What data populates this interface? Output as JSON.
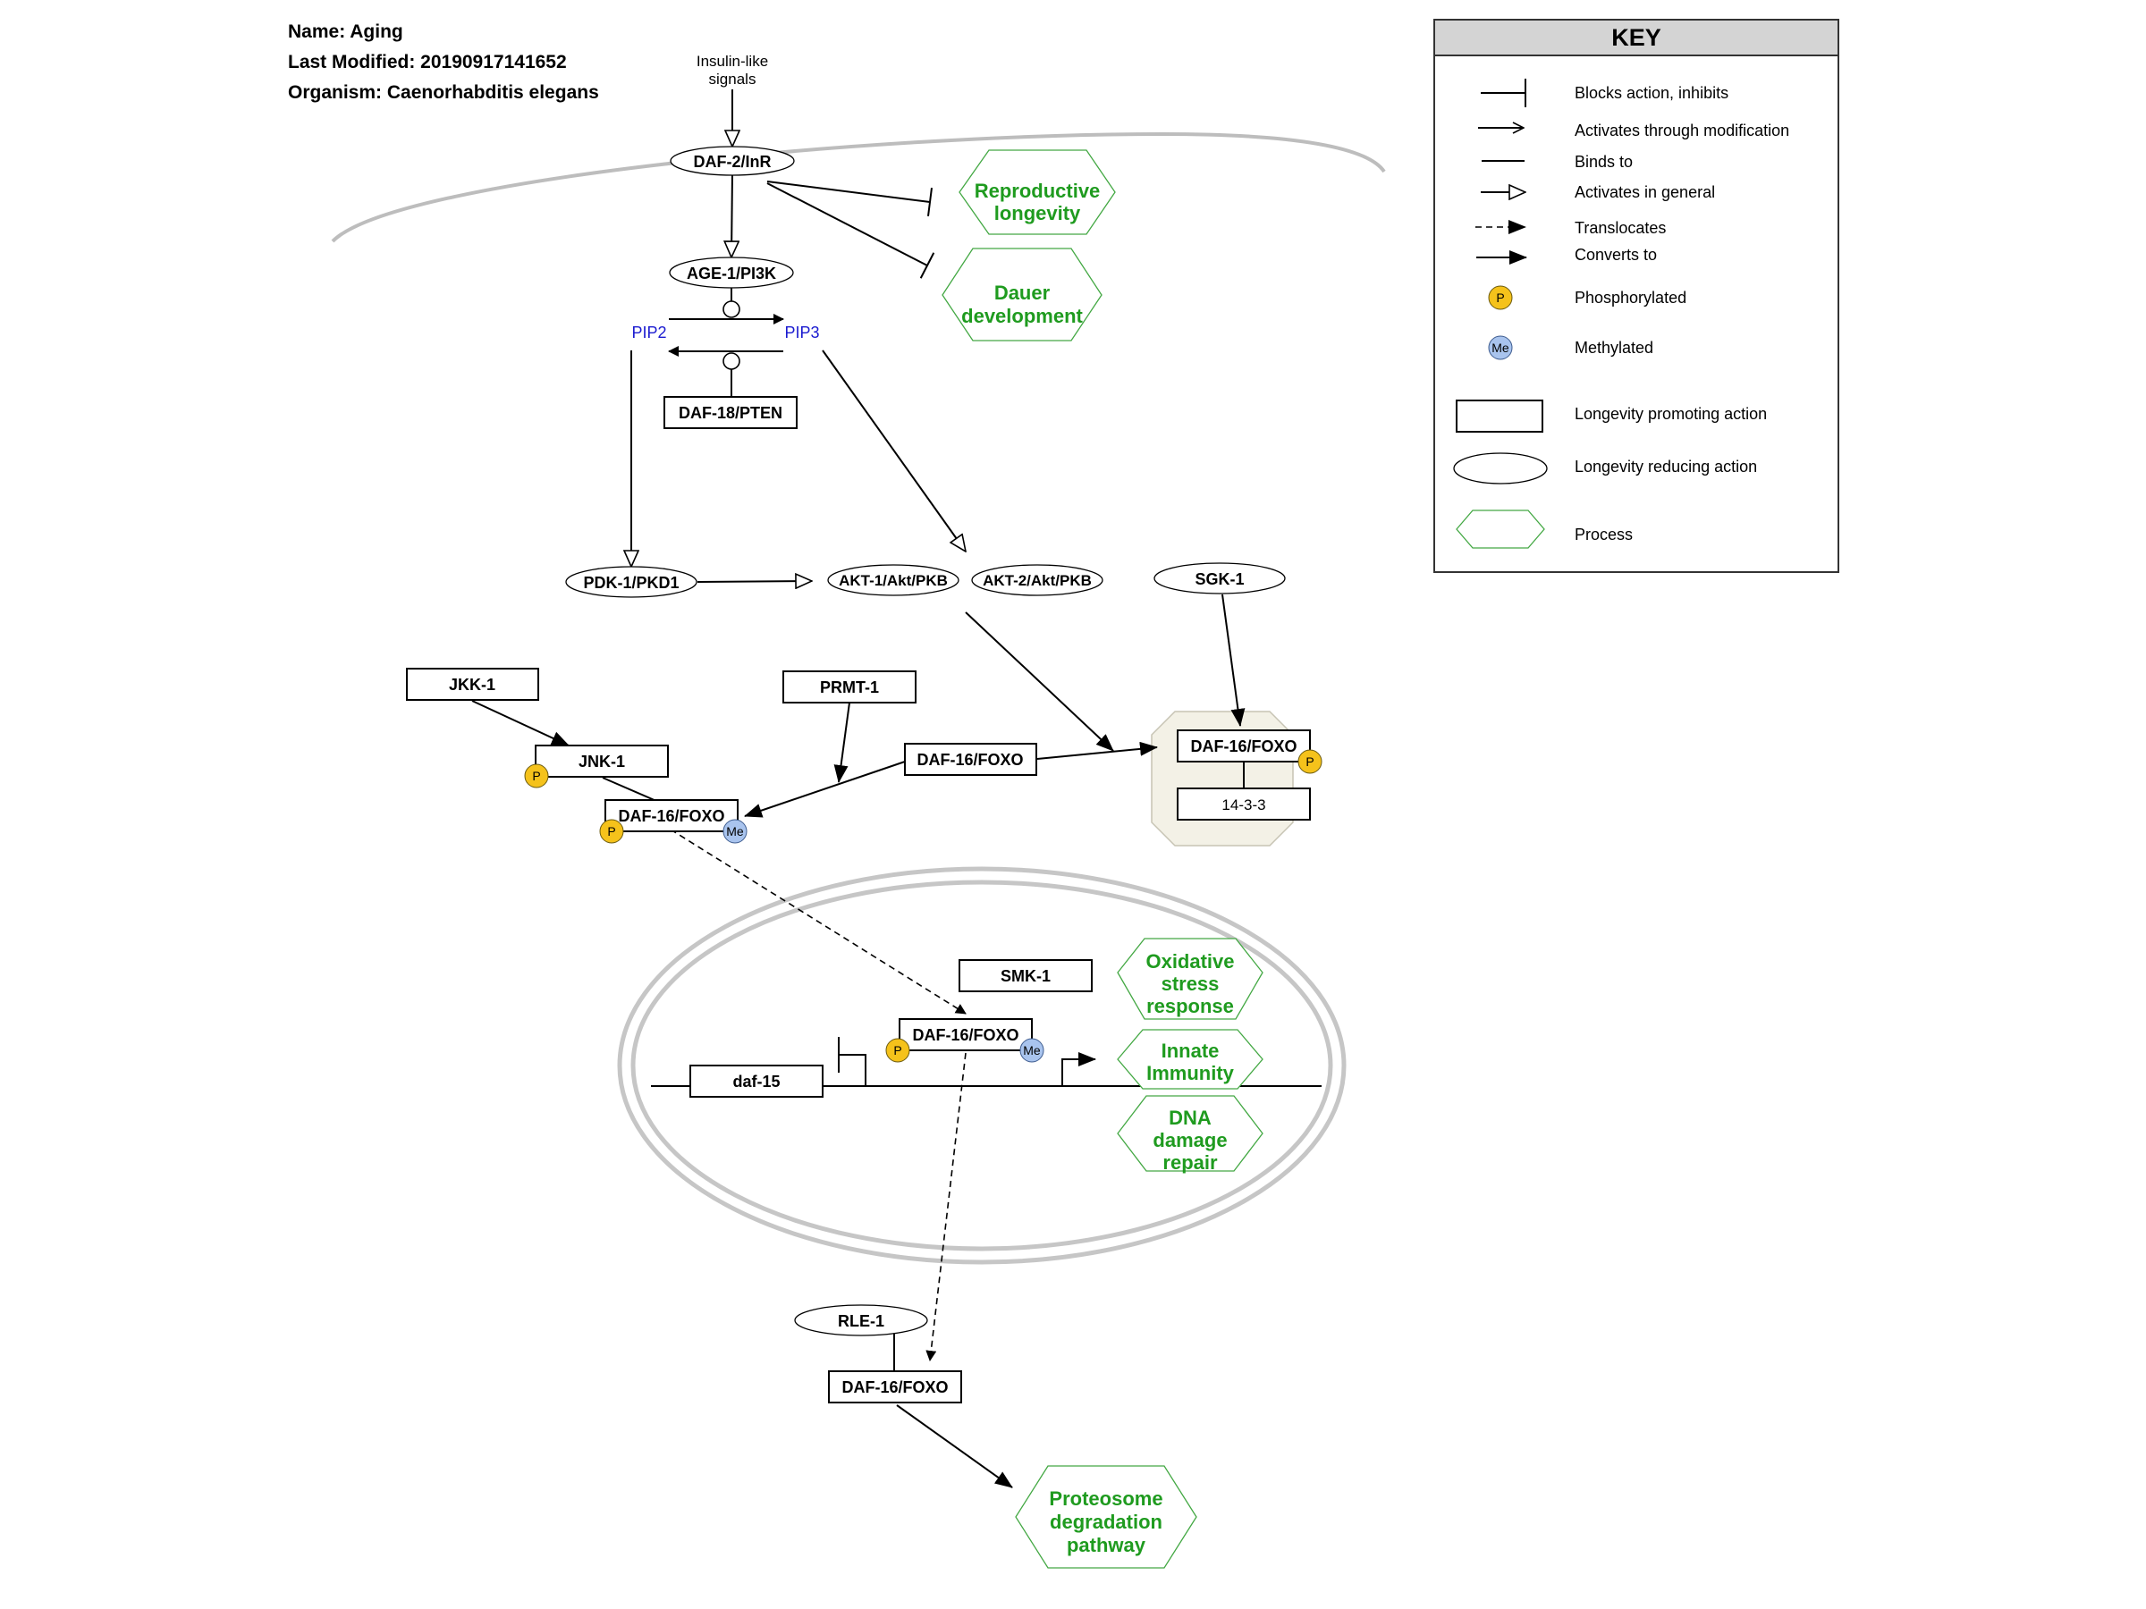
{
  "header": {
    "name": "Name: Aging",
    "modified": "Last Modified: 20190917141652",
    "organism": "Organism: Caenorhabditis elegans"
  },
  "nodes": {
    "insulin_line1": "Insulin-like",
    "insulin_line2": "signals",
    "daf2": "DAF-2/InR",
    "age1": "AGE-1/PI3K",
    "pip2": "PIP2",
    "pip3": "PIP3",
    "daf18": "DAF-18/PTEN",
    "pdk1": "PDK-1/PKD1",
    "akt1": "AKT-1/Akt/PKB",
    "akt2": "AKT-2/Akt/PKB",
    "sgk1": "SGK-1",
    "jkk1": "JKK-1",
    "jnk1": "JNK-1",
    "prmt1": "PRMT-1",
    "daf16_a": "DAF-16/FOXO",
    "daf16_b": "DAF-16/FOXO",
    "daf16_c": "DAF-16/FOXO",
    "b1433": "14-3-3",
    "smk1": "SMK-1",
    "daf16_d": "DAF-16/FOXO",
    "daf15": "daf-15",
    "rle1": "RLE-1",
    "daf16_e": "DAF-16/FOXO"
  },
  "processes": {
    "repro_line1": "Reproductive",
    "repro_line2": "longevity",
    "dauer_line1": "Dauer",
    "dauer_line2": "development",
    "ox_line1": "Oxidative",
    "ox_line2": "stress",
    "ox_line3": "response",
    "innate_line1": "Innate",
    "innate_line2": "Immunity",
    "dna_line1": "DNA",
    "dna_line2": "damage",
    "dna_line3": "repair",
    "prot_line1": "Proteosome",
    "prot_line2": "degradation",
    "prot_line3": "pathway"
  },
  "modifications": {
    "phospho": "P",
    "methyl": "Me"
  },
  "key": {
    "title": "KEY",
    "items": [
      "Blocks action, inhibits",
      "Activates through modification",
      "Binds to",
      "Activates in general",
      "Translocates",
      "Converts to",
      "Phosphorylated",
      "Methylated",
      "Longevity promoting action",
      "Longevity reducing action",
      "Process"
    ]
  },
  "colors": {
    "process_text": "#1f9b1f",
    "process_border": "#43a843",
    "metabolite_text": "#1a1ad0",
    "phospho_fill": "#f5c21b",
    "methyl_fill": "#a9c4ee",
    "complex_fill": "#f3f1e6",
    "membrane": "#bdbdbd"
  }
}
